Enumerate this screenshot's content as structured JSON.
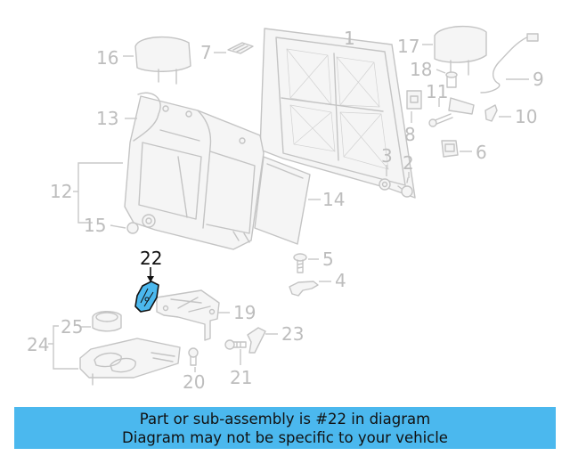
{
  "highlighted_part": "22",
  "callouts": {
    "c1": "1",
    "c2": "2",
    "c3": "3",
    "c4": "4",
    "c5": "5",
    "c6": "6",
    "c7": "7",
    "c8": "8",
    "c9": "9",
    "c10": "10",
    "c11": "11",
    "c12": "12",
    "c13": "13",
    "c14": "14",
    "c15": "15",
    "c16": "16",
    "c17": "17",
    "c18": "18",
    "c19": "19",
    "c20": "20",
    "c21": "21",
    "c22": "22",
    "c23": "23",
    "c24": "24",
    "c25": "25"
  },
  "banner": {
    "line1": "Part or sub-assembly is #22 in diagram",
    "line2": "Diagram may not be specific to your vehicle",
    "color": "#4bb8ee"
  },
  "colors": {
    "part_outline": "#c4c4c4",
    "callout_text": "#bdbdbd",
    "highlight_fill": "#4bb8ee",
    "highlight_text": "#111111"
  }
}
